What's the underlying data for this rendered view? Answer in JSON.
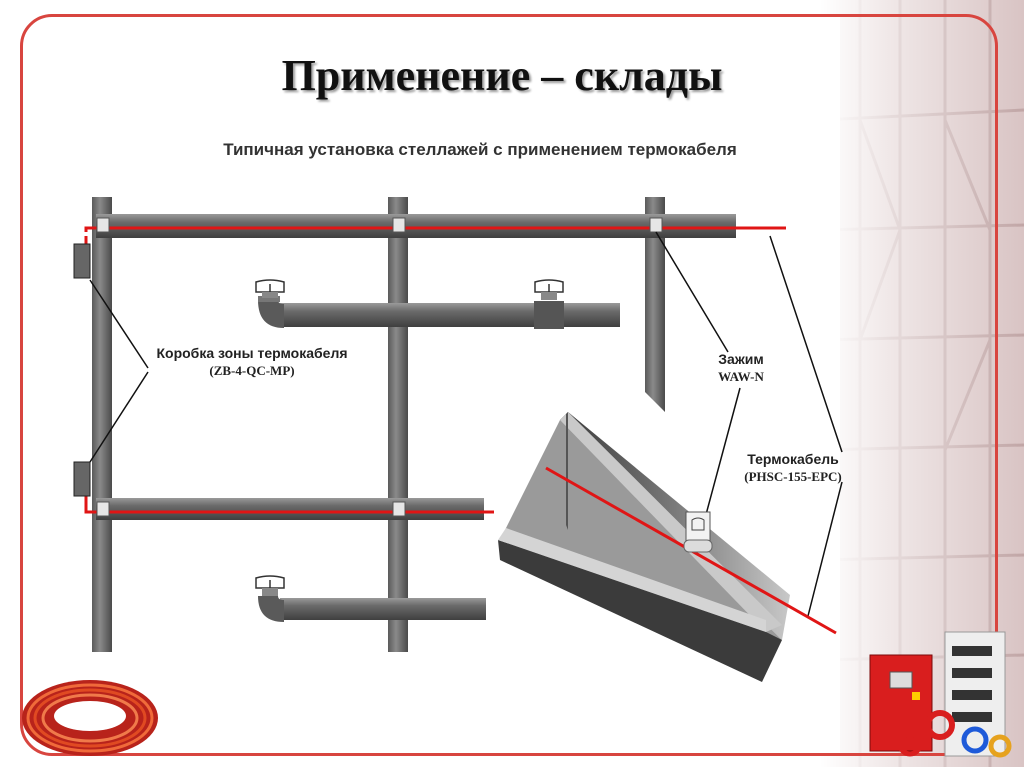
{
  "slide": {
    "title": "Применение – склады",
    "subtitle": "Типичная установка стеллажей с применением термокабеля"
  },
  "labels": {
    "zone_box": {
      "line1": "Коробка зоны термокабеля",
      "line2": "(ZB-4-QC-MP)"
    },
    "clamp": {
      "line1": "Зажим",
      "line2": "WAW-N"
    },
    "cable": {
      "line1": "Термокабель",
      "line2": "(PHSC-155-EPC)"
    }
  },
  "colors": {
    "frame": "#d8453f",
    "cable": "#e01515",
    "pipe": "#6f6f6f"
  }
}
